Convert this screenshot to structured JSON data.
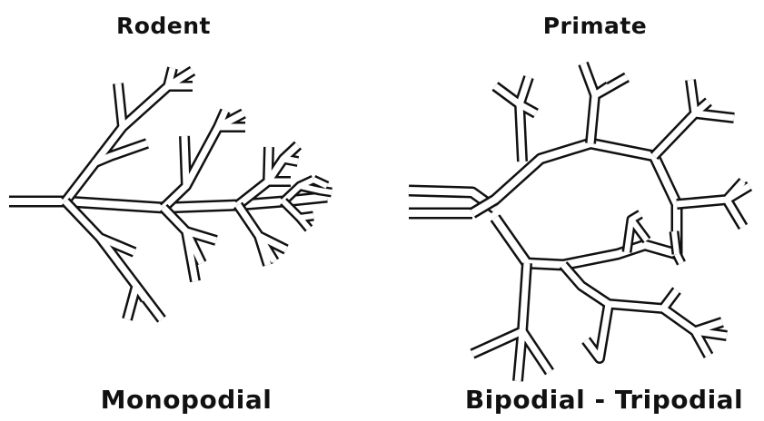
{
  "panels": {
    "rodent": {
      "title": "Rodent",
      "caption": "Monopodial"
    },
    "primate": {
      "title": "Primate",
      "caption": "Bipodial - Tripodial"
    }
  },
  "colors": {
    "ink": "#111111",
    "paper": "#ffffff"
  }
}
